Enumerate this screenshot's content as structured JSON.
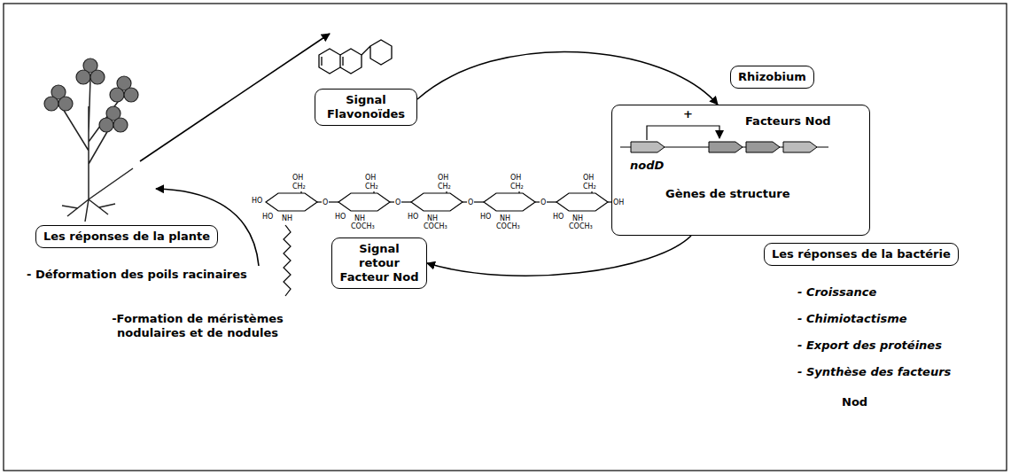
{
  "diagram": {
    "nodes": [
      {
        "text": [
          "Signal Flavonoïdes"
        ]
      },
      {
        "text": [
          "Rhizobium"
        ]
      },
      {
        "text": [
          "Facteurs Nod",
          "+",
          "nodD",
          "Gènes de structure"
        ]
      },
      {
        "text": [
          "Les réponses de la bactérie"
        ]
      },
      {
        "text": [
          "Signal retour Facteur Nod"
        ]
      },
      {
        "text": [
          "Les réponses de la plante"
        ]
      }
    ],
    "edges": [
      {
        "from": 0,
        "to": 2,
        "arrow": "to"
      },
      {
        "from": 2,
        "to": 4,
        "arrow": "to"
      }
    ],
    "labels": [
      "- Déformation des poils racinaires",
      "-Formation de méristèmes nodulaires et de nodules",
      "- Croissance",
      "- Chimiotactisme",
      "- Export des protéines",
      "- Synthèse des facteurs",
      "Nod",
      "OH",
      "CH₂",
      "HO",
      "HO",
      "NH",
      "O",
      "OH",
      "CH₂",
      "HO",
      "NH",
      "COCH₃",
      "O",
      "OH",
      "CH₂",
      "HO",
      "NH",
      "COCH₃",
      "O",
      "OH",
      "CH₂",
      "HO",
      "NH",
      "COCH₃",
      "O",
      "OH",
      "CH₂",
      "HO",
      "NH",
      "COCH₃",
      "OH"
    ]
  }
}
